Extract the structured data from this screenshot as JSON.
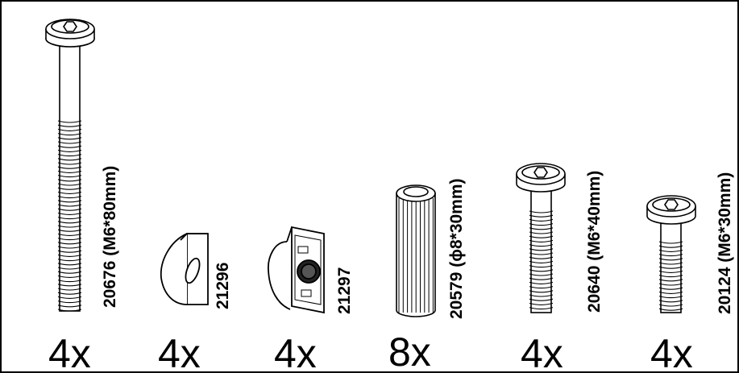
{
  "parts": [
    {
      "code": "20676 (M6*80mm)",
      "qty": "4x",
      "kind": "bolt-long-icon"
    },
    {
      "code": "21296",
      "qty": "4x",
      "kind": "t-slot-nut-icon"
    },
    {
      "code": "21297",
      "qty": "4x",
      "kind": "t-nut-threaded-icon"
    },
    {
      "code": "20579 (ϕ8*30mm)",
      "qty": "8x",
      "kind": "dowel-pin-icon"
    },
    {
      "code": "20640 (M6*40mm)",
      "qty": "4x",
      "kind": "bolt-medium-icon"
    },
    {
      "code": "20124 (M6*30mm)",
      "qty": "4x",
      "kind": "bolt-short-icon"
    }
  ]
}
